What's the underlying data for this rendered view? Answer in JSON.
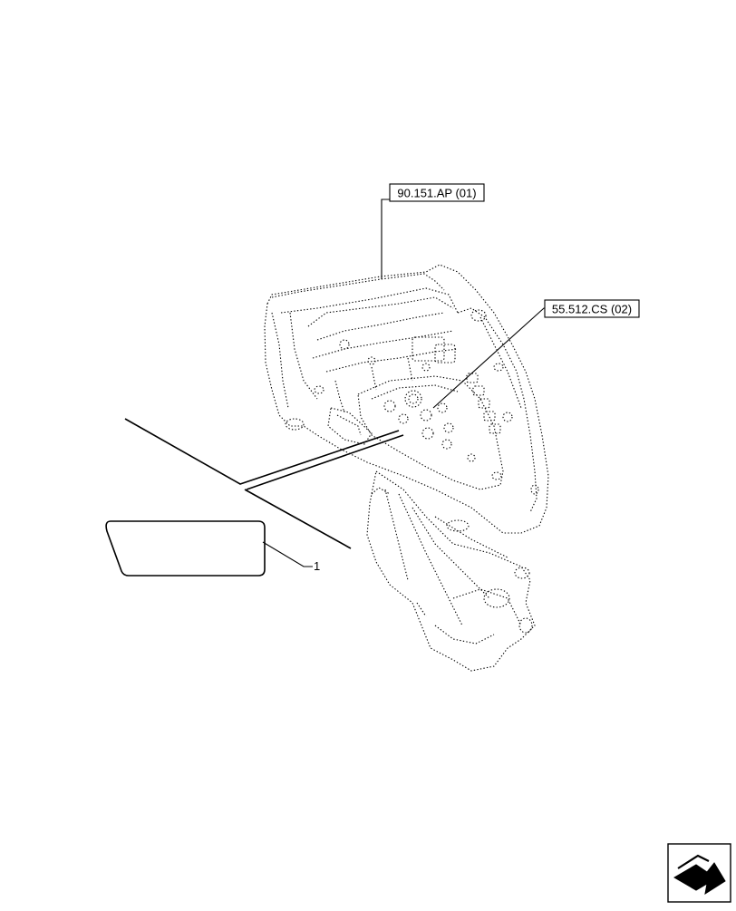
{
  "references": [
    {
      "id": "ref-90-151",
      "label": "90.151.AP (01)"
    },
    {
      "id": "ref-55-512",
      "label": "55.512.CS (02)"
    }
  ],
  "callouts": [
    {
      "id": "item-1",
      "label": "1"
    }
  ],
  "nav_icon": "next-page-arrow-icon"
}
